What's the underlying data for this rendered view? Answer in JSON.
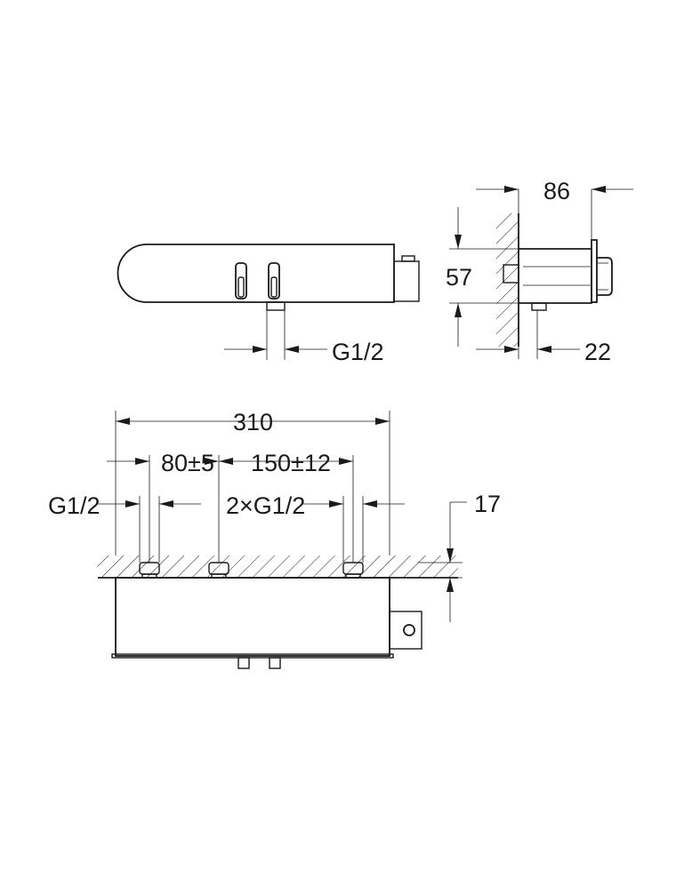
{
  "dimensions": {
    "depth": "86",
    "height": "57",
    "wall_offset": "22",
    "outlet_thread_top_view": "G1/2",
    "overall_length": "310",
    "left_spacing": "80±5",
    "right_spacing": "150±12",
    "left_thread": "G1/2",
    "inlet_threads": "2×G1/2",
    "recess_depth": "17"
  }
}
